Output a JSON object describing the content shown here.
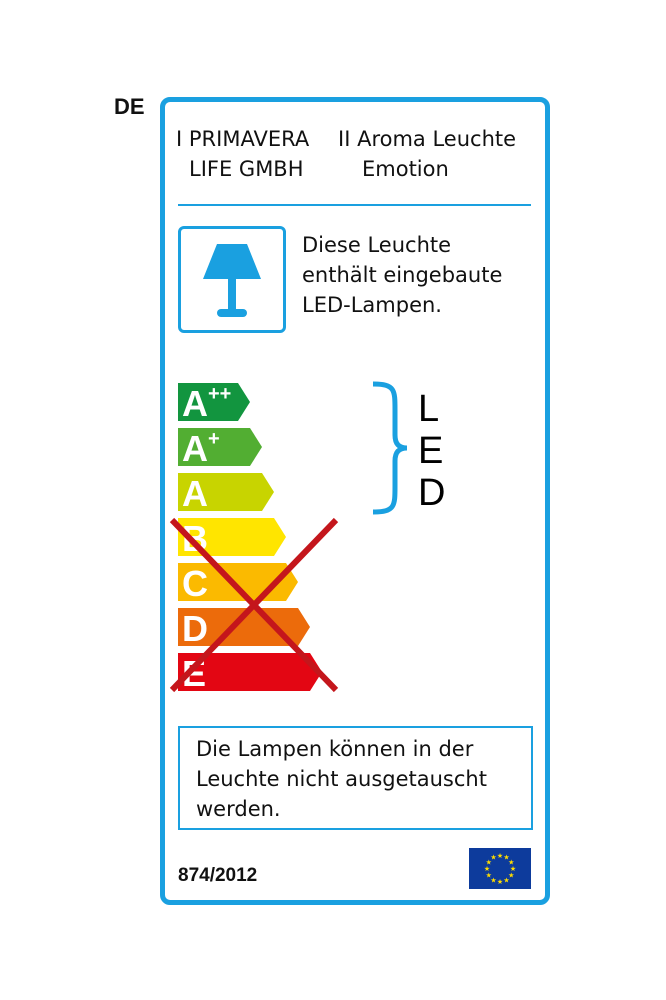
{
  "country_code": "DE",
  "supplier": {
    "marker": "I",
    "line1": "PRIMAVERA",
    "line2": "LIFE GMBH"
  },
  "model": {
    "marker": "II",
    "line1": "Aroma Leuchte",
    "line2": "Emotion"
  },
  "lamp_icon": "table-lamp-icon",
  "info_text": [
    "Diese Leuchte",
    "enthält eingebaute",
    "LED-Lampen."
  ],
  "energy_classes": [
    {
      "letter": "A",
      "sup": "++",
      "color": "#12953f",
      "crossed": false
    },
    {
      "letter": "A",
      "sup": "+",
      "color": "#52ae32",
      "crossed": false
    },
    {
      "letter": "A",
      "sup": "",
      "color": "#c8d400",
      "crossed": false
    },
    {
      "letter": "B",
      "sup": "",
      "color": "#ffe500",
      "crossed": true
    },
    {
      "letter": "C",
      "sup": "",
      "color": "#fbba00",
      "crossed": true
    },
    {
      "letter": "D",
      "sup": "",
      "color": "#ec6b0b",
      "crossed": true
    },
    {
      "letter": "E",
      "sup": "",
      "color": "#e30613",
      "crossed": true
    }
  ],
  "led_letters": [
    "L",
    "E",
    "D"
  ],
  "bottom_text": [
    "Die Lampen können in der",
    "Leuchte nicht ausgetauscht",
    "werden."
  ],
  "regulation": "874/2012",
  "colors": {
    "frame": "#1aa0e0",
    "cross": "#c4161c",
    "flag": "#0d3b9c",
    "star": "#ffdd00"
  }
}
